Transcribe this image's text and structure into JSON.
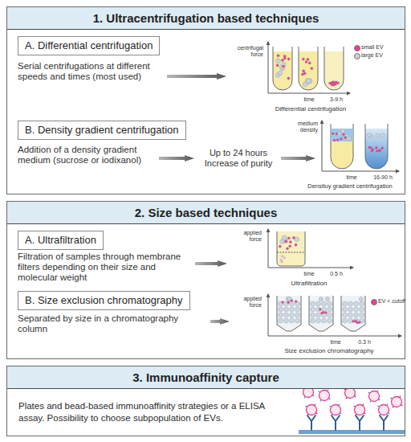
{
  "diagram": {
    "nodes": [
      {
        "text": [
          "1. Ultracentrifugation based techniques"
        ]
      },
      {
        "text": [
          "A. Differential centrifugation"
        ],
        "in": 0
      },
      {
        "text": [
          "B. Density gradient centrifugation"
        ],
        "in": 0
      },
      {
        "text": [
          "2. Size based techniques"
        ]
      },
      {
        "text": [
          "A. Ultrafiltration"
        ],
        "in": 3
      },
      {
        "text": [
          "B. Size exclusion chromatography"
        ],
        "in": 3
      },
      {
        "text": [
          "3. Immunoaffinity capture",
          "Plates and bead-based immunoaffinity strategies or a ELISA assay. Possibility to choose subpopulation of EVs."
        ]
      }
    ],
    "labels": [
      "Serial centrifugations at different speeds and times (most used)",
      "centrifugal force",
      "time",
      "3-9 h",
      "Differential centrifugation",
      "Addition of a density gradient medium (sucrose or iodixanol)",
      "Up to 24 hours Increase of purity",
      "medium density",
      "time",
      "16-90 h",
      "Densituy gradient centrifugation",
      "Filtration of samples through membrane filters depending on their size and molecular weight",
      "applied force",
      "time",
      "0.5 h",
      "Ultrafiltration",
      "Separated by size in a chromatography column",
      "applied force",
      "time",
      "0.3 h",
      "Size exclusion chromatography"
    ],
    "legend": [
      {
        "text": "small EV",
        "color": "#e8408f"
      },
      {
        "text": "large EV",
        "color": "#c9d3dc"
      },
      {
        "text": "EV < cutoff",
        "color": "#e8408f"
      }
    ]
  }
}
